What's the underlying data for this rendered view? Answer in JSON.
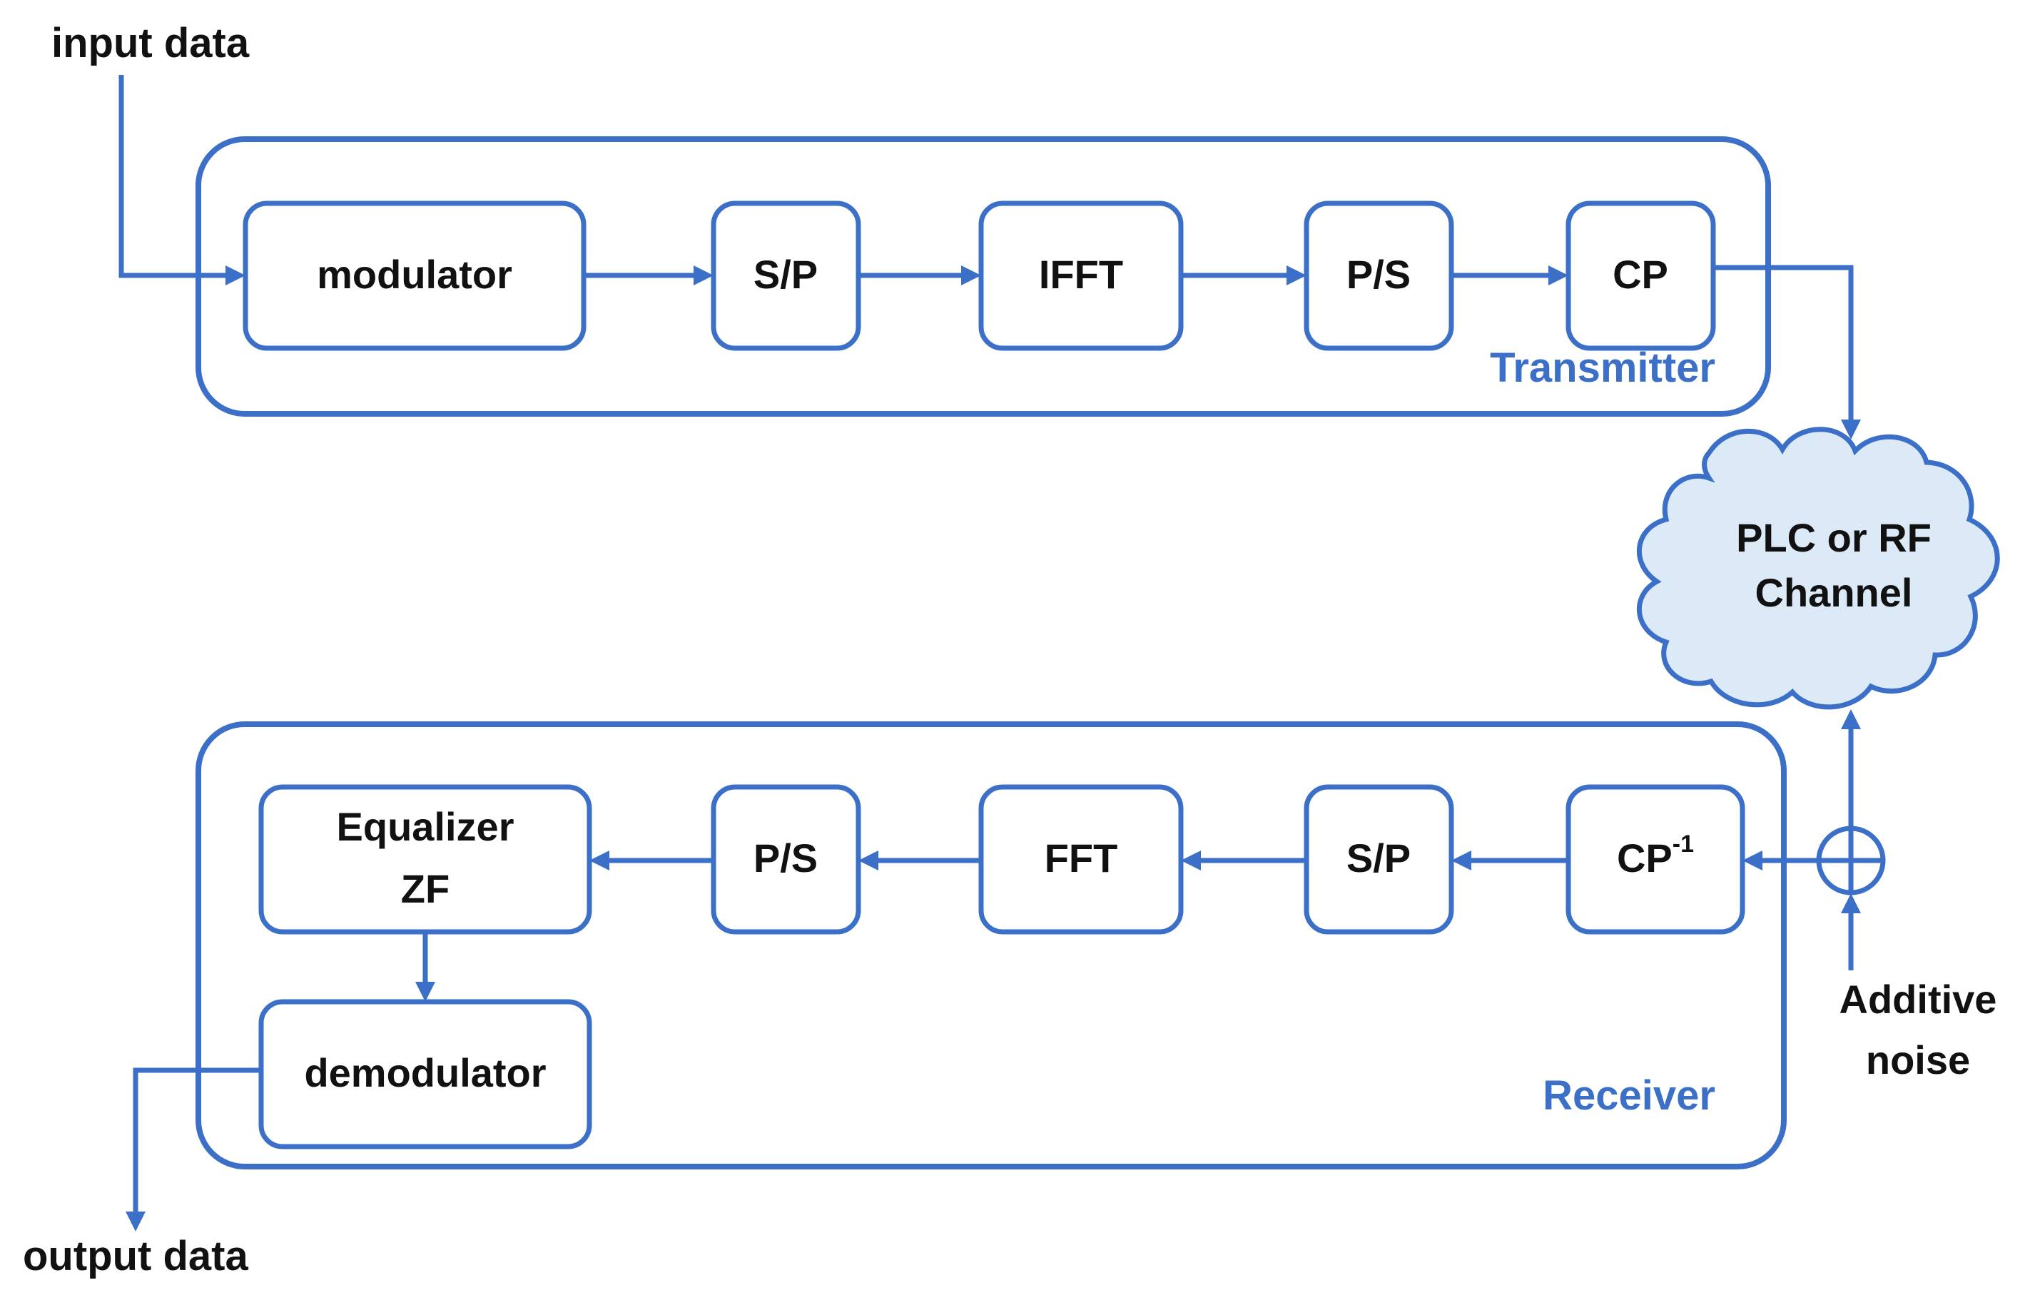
{
  "labels": {
    "input": "input data",
    "output": "output data",
    "noise_line1": "Additive",
    "noise_line2": "noise",
    "transmitter": "Transmitter",
    "receiver": "Receiver",
    "channel_line1": "PLC or RF",
    "channel_line2": "Channel"
  },
  "transmitter_blocks": {
    "modulator": "modulator",
    "sp": "S/P",
    "ifft": "IFFT",
    "ps": "P/S",
    "cp": "CP"
  },
  "receiver_blocks": {
    "cp_inv_base": "CP",
    "cp_inv_sup": "-1",
    "sp": "S/P",
    "fft": "FFT",
    "ps": "P/S",
    "equalizer_line1": "Equalizer",
    "equalizer_line2": "ZF",
    "demodulator": "demodulator"
  },
  "colors": {
    "accent": "#3b6fc8",
    "cloud_fill": "#dce9f7",
    "text": "#111111"
  }
}
